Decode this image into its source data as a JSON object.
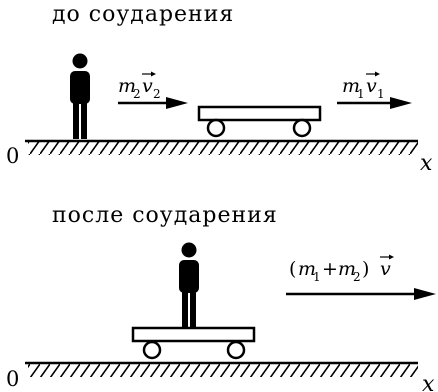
{
  "before": {
    "caption": "до соударения",
    "man_momentum": {
      "mass": "m",
      "mass_index": "2",
      "vel": "v",
      "vel_index": "2"
    },
    "cart_momentum": {
      "mass": "m",
      "mass_index": "1",
      "vel": "v",
      "vel_index": "1"
    },
    "origin": "0",
    "axis": "x"
  },
  "after": {
    "caption": "после соударения",
    "momentum": {
      "open": "(",
      "m1": "m",
      "i1": "1",
      "plus": "+",
      "m2": "m",
      "i2": "2",
      "close": ")",
      "vel": "v"
    },
    "origin": "0",
    "axis": "x"
  }
}
